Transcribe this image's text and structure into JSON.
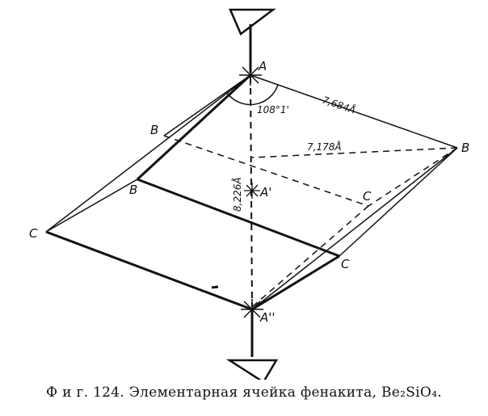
{
  "figure": {
    "vertices": {
      "A": "A",
      "A_prime": "A'",
      "A_double_prime": "A''",
      "B_left_upper": "B",
      "B_left_lower": "B",
      "B_right": "B",
      "C_left": "C",
      "C_right_upper": "C",
      "C_right_lower": "C"
    },
    "measurements": {
      "angle": "108°1'",
      "edge_AB": "7,684Å",
      "edge_BB": "7,178Å",
      "height_AA": "8,226Å"
    }
  },
  "caption": {
    "text": "Ф и г. 124. Элементарная ячейка фенакита, Be₂SiO₄."
  }
}
